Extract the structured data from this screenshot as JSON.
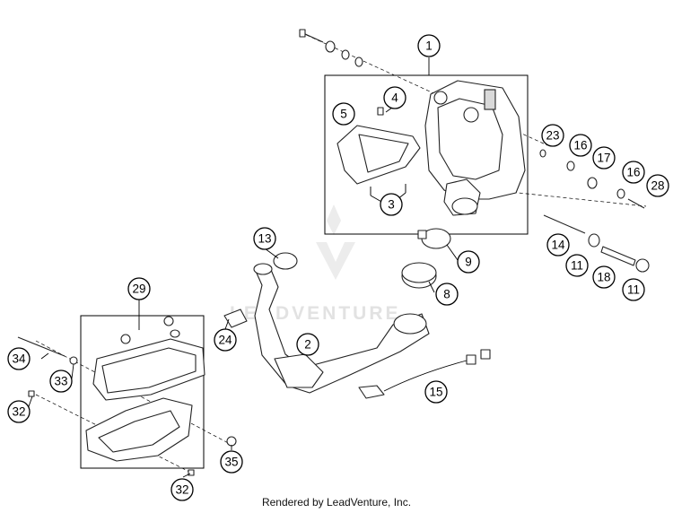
{
  "diagram": {
    "callouts": [
      "1",
      "2",
      "3",
      "4",
      "5",
      "8",
      "9",
      "11",
      "11",
      "13",
      "14",
      "15",
      "16",
      "16",
      "17",
      "18",
      "23",
      "24",
      "28",
      "29",
      "32",
      "32",
      "33",
      "34",
      "35"
    ],
    "watermark": "LEADVENTURE"
  },
  "footer": {
    "text": "Rendered by LeadVenture, Inc."
  }
}
